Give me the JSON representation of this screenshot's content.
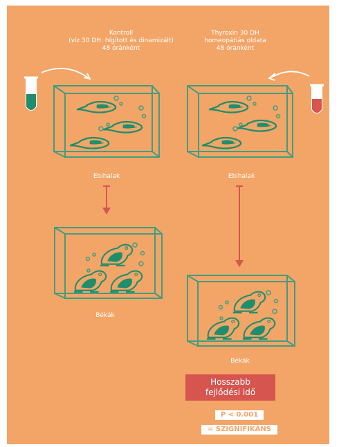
{
  "left": {
    "title_line1": "Kontroll",
    "title_line2": "(víz 30 DH: hígított és dinamizált)",
    "interval": "48 óránként",
    "tank_label_top": "Ebihalak",
    "tank_label_bottom": "Békák"
  },
  "right": {
    "title_line1": "Thyroxin 30 DH",
    "title_line2": "homeopátiás oldata",
    "interval": "48 óránként",
    "tank_label_top": "Ebihalak",
    "tank_label_bottom": "Békák"
  },
  "result": {
    "line1": "Hosszabb",
    "line2": "fejlődési idő"
  },
  "stats": {
    "p_value": "P < 0.001",
    "significance": "= SZIGNIFIKÁNS"
  },
  "colors": {
    "background": "#f2a567",
    "tank_outline": "#3f9e82",
    "animal": "#1f8e6c",
    "arrow": "#d6554f",
    "control_liquid": "#1f8e6c",
    "thyroxin_liquid": "#d6554f"
  }
}
